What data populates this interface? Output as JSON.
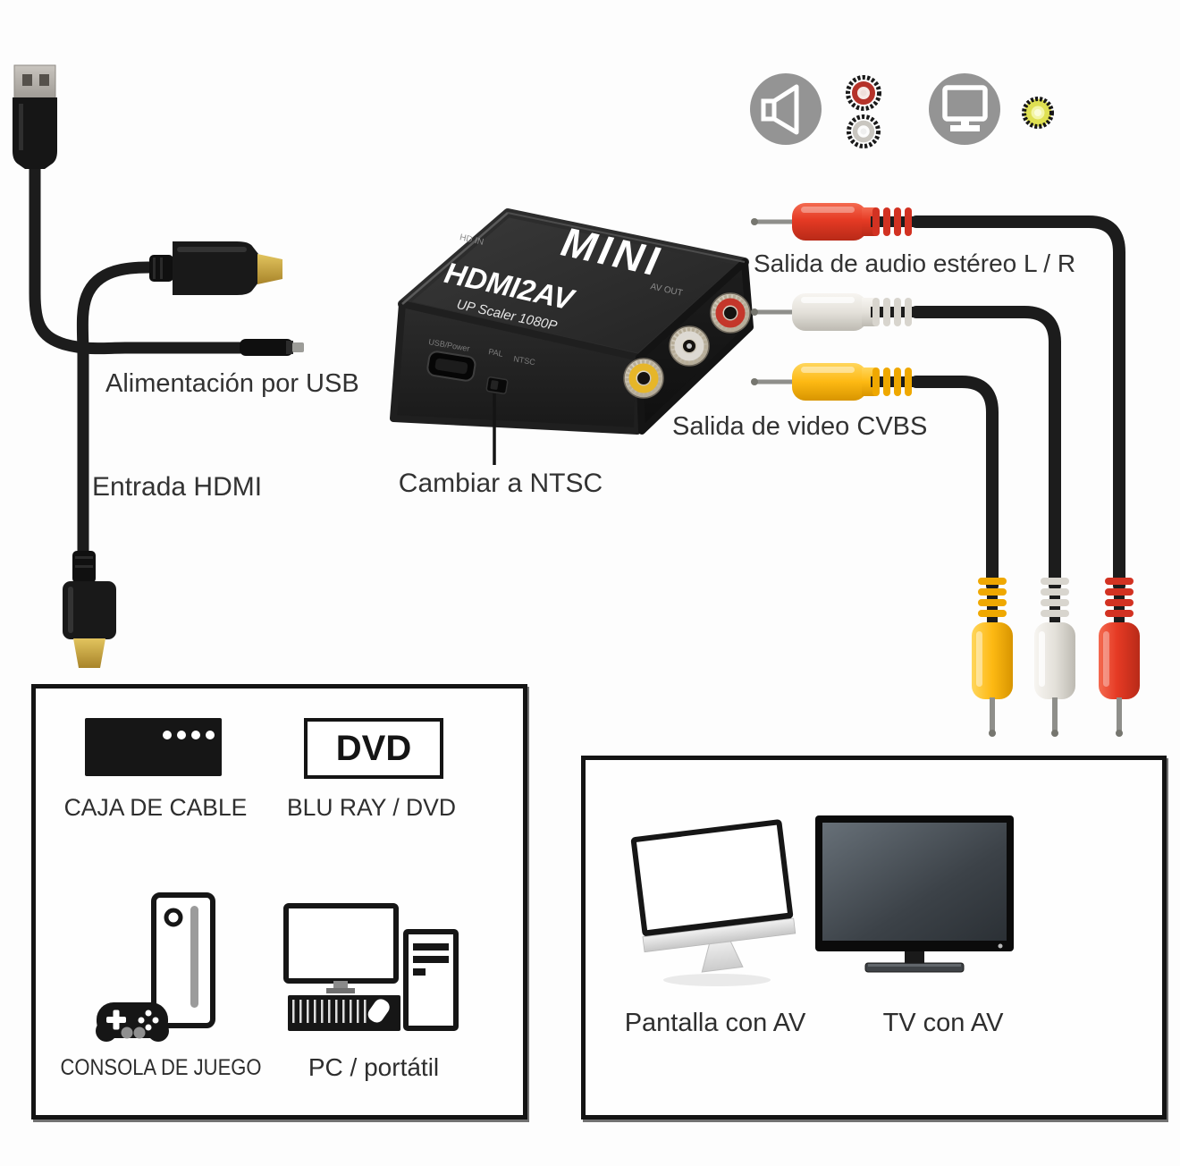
{
  "callouts": {
    "usb_power": "Alimentación por USB",
    "hdmi_input": "Entrada HDMI",
    "ntsc_switch": "Cambiar a NTSC",
    "audio_output": "Salida de audio estéreo L / R",
    "video_output": "Salida de video CVBS"
  },
  "converter": {
    "brand": "MINI",
    "model": "HDMI2AV",
    "subtitle": "UP Scaler 1080P",
    "hd_in_label": "HD IN",
    "av_out_label": "AV OUT",
    "usb_port_label": "USB/Power",
    "pal_label": "PAL",
    "ntsc_label": "NTSC"
  },
  "sources_box": {
    "cable_box_label": "CAJA DE CABLE",
    "bluray_label": "BLU RAY / DVD",
    "dvd_logo": "DVD",
    "console_label": "CONSOLA DE JUEGO",
    "pc_label": "PC / portátil"
  },
  "displays_box": {
    "screen_label": "Pantalla con AV",
    "tv_label": "TV con AV"
  },
  "colors": {
    "rca_red": "#e8402e",
    "rca_white": "#efede8",
    "rca_yellow": "#ffc21e",
    "cable_black": "#1c1c1c",
    "legend_gray": "#949494",
    "yellow_icon": "#dfe052",
    "text": "#323232"
  }
}
